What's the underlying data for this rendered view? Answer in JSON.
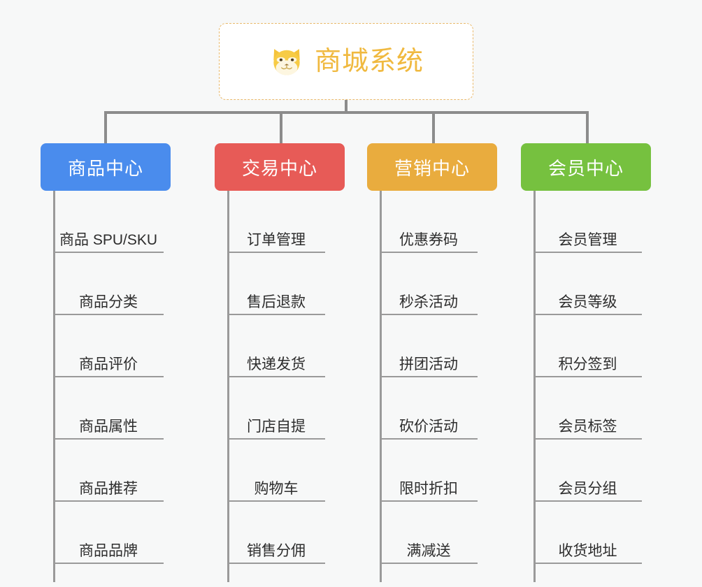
{
  "root": {
    "title": "商城系统",
    "icon": "shiba-dog-face-icon",
    "title_color": "#f0b93f",
    "border_color": "#e9b96b",
    "background": "#ffffff"
  },
  "canvas": {
    "background": "#f7f8f8",
    "connector_color": "#8c8c8c"
  },
  "columns": [
    {
      "label": "商品中心",
      "color": "#4a8ced",
      "items": [
        "商品 SPU/SKU",
        "商品分类",
        "商品评价",
        "商品属性",
        "商品推荐",
        "商品品牌"
      ]
    },
    {
      "label": "交易中心",
      "color": "#e75b57",
      "items": [
        "订单管理",
        "售后退款",
        "快递发货",
        "门店自提",
        "购物车",
        "销售分佣"
      ]
    },
    {
      "label": "营销中心",
      "color": "#e9ac3e",
      "items": [
        "优惠券码",
        "秒杀活动",
        "拼团活动",
        "砍价活动",
        "限时折扣",
        "满减送"
      ]
    },
    {
      "label": "会员中心",
      "color": "#76c13f",
      "items": [
        "会员管理",
        "会员等级",
        "积分签到",
        "会员标签",
        "会员分组",
        "收货地址"
      ]
    }
  ]
}
